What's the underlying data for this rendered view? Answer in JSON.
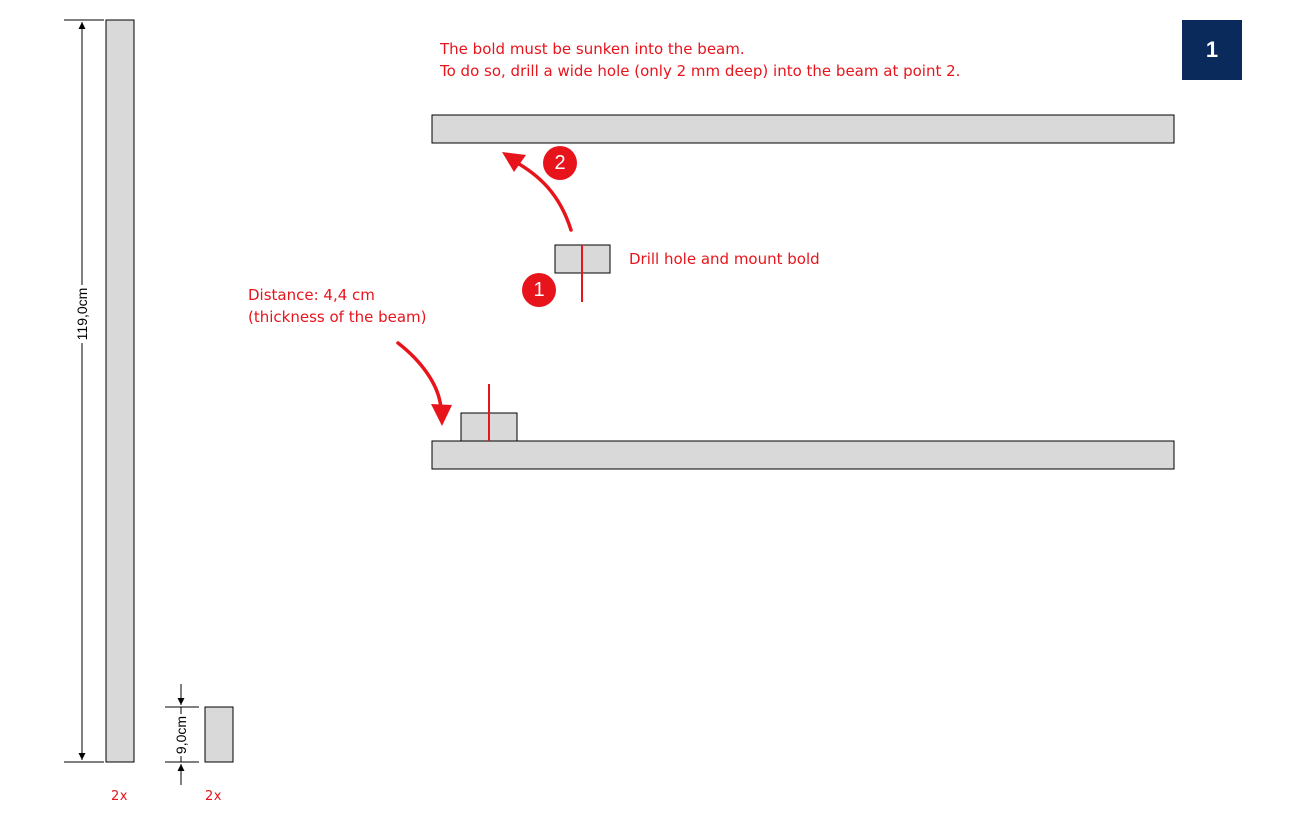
{
  "page": {
    "step_number": "1",
    "badge_color": "#0b2a5c",
    "accent_color": "#e8141c",
    "part_fill": "#d9d9d9"
  },
  "instructions": {
    "line1": "The bold must be sunken into the beam.",
    "line2": "To do so, drill a wide hole (only 2 mm deep) into the beam at point 2.",
    "drill_label": "Drill hole and mount bold",
    "distance_line1": "Distance: 4,4 cm",
    "distance_line2": "(thickness of the beam)"
  },
  "markers": {
    "point1": "1",
    "point2": "2"
  },
  "parts": {
    "long_beam": {
      "dimension": "119,0cm",
      "quantity": "2x"
    },
    "short_block": {
      "dimension": "9,0cm",
      "quantity": "2x"
    }
  }
}
